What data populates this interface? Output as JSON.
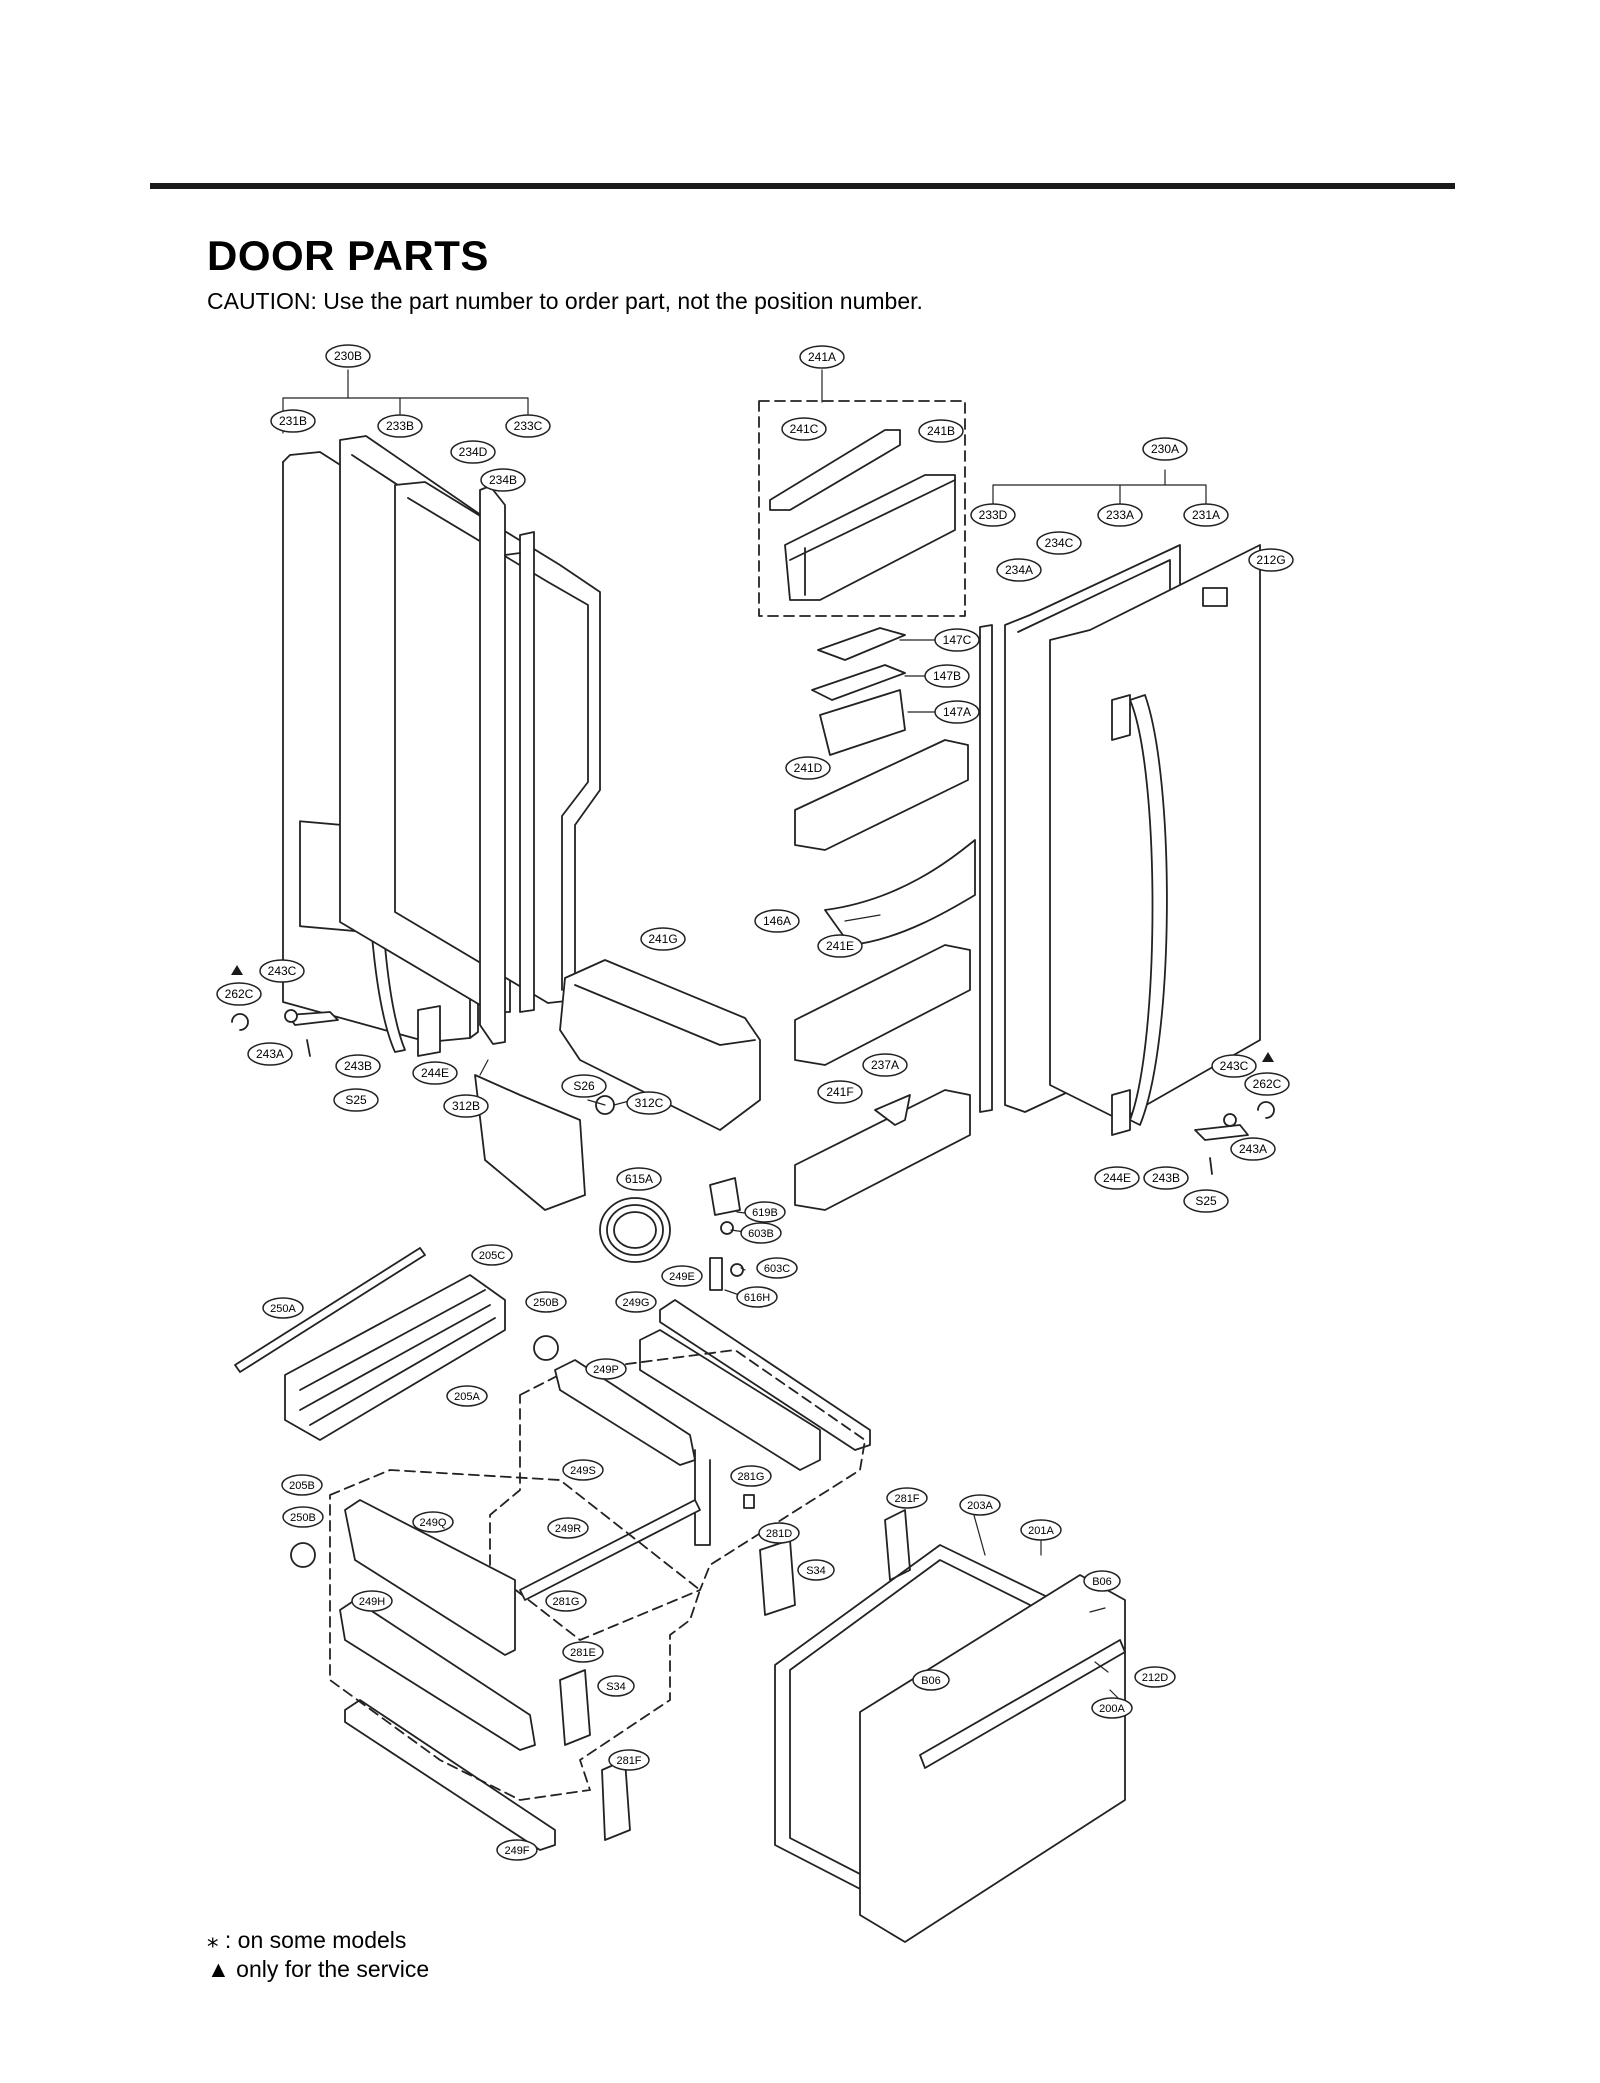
{
  "header": {
    "title": "DOOR PARTS",
    "caution": "CAUTION: Use the part number to order part, not the position number."
  },
  "callouts": {
    "l_230B": "230B",
    "l_231B": "231B",
    "l_233B": "233B",
    "l_233C": "233C",
    "l_234D": "234D",
    "l_234B": "234B",
    "l_241A": "241A",
    "l_241C": "241C",
    "l_241B": "241B",
    "l_230A": "230A",
    "l_233D": "233D",
    "l_233A": "233A",
    "l_231A": "231A",
    "l_234C": "234C",
    "l_234A": "234A",
    "l_212G": "212G",
    "l_147C": "147C",
    "l_147B": "147B",
    "l_147A": "147A",
    "l_241D": "241D",
    "l_146A": "146A",
    "l_241E": "241E",
    "l_241G": "241G",
    "l_237A": "237A",
    "l_241F": "241F",
    "l_243C_left": "243C",
    "l_262C_left": "262C",
    "l_243A_left": "243A",
    "l_243B_left": "243B",
    "l_S25_left": "S25",
    "l_244E_left": "244E",
    "l_312B": "312B",
    "l_S26": "S26",
    "l_312C": "312C",
    "l_243C_right": "243C",
    "l_262C_right": "262C",
    "l_243A_right": "243A",
    "l_244E_right": "244E",
    "l_243B_right": "243B",
    "l_S25_right": "S25",
    "l_615A": "615A",
    "l_619B": "619B",
    "l_603B": "603B",
    "l_603C": "603C",
    "l_616H": "616H",
    "l_205C": "205C",
    "l_250A": "250A",
    "l_250B_top": "250B",
    "l_249G": "249G",
    "l_249E": "249E",
    "l_205A": "205A",
    "l_249P": "249P",
    "l_205B": "205B",
    "l_250B_bottom": "250B",
    "l_249S": "249S",
    "l_281G_top": "281G",
    "l_249Q": "249Q",
    "l_249R": "249R",
    "l_281F_top": "281F",
    "l_203A": "203A",
    "l_201A": "201A",
    "l_281D": "281D",
    "l_S34_top": "S34",
    "l_B06_right": "B06",
    "l_249H": "249H",
    "l_281G_bottom": "281G",
    "l_281E": "281E",
    "l_S34_bottom": "S34",
    "l_B06_left": "B06",
    "l_212D": "212D",
    "l_200A": "200A",
    "l_281F_bottom": "281F",
    "l_249F": "249F"
  },
  "legend": {
    "line1": "⁎ : on some models",
    "line2": "▲ only for the service"
  },
  "colors": {
    "ink": "#1a1a1a",
    "line": "#222222",
    "fill": "#ffffff",
    "shade": "#e6e6e6"
  }
}
